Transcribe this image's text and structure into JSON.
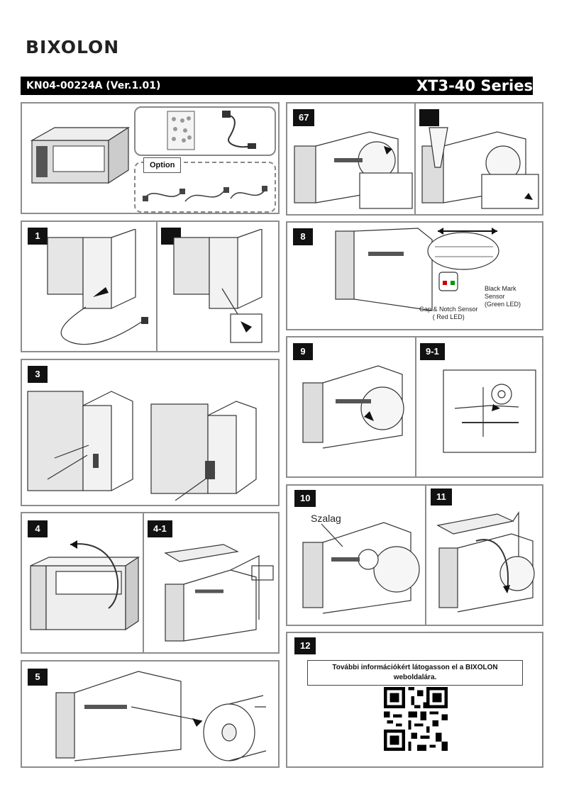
{
  "header": {
    "brand": "BIXOLON",
    "doc_code": "KN04-00224A (Ver.1.01)",
    "series": "XT3-40 Series"
  },
  "steps": {
    "s67": "67",
    "s8": "8",
    "s1": "1",
    "s3": "3",
    "s9": "9",
    "s9_1": "9-1",
    "s4": "4",
    "s4_1": "4-1",
    "s10": "10",
    "s11": "11",
    "s5": "5",
    "s12": "12"
  },
  "contents": {
    "option_label": "Option"
  },
  "sensors": {
    "black_mark": "Black Mark\nSensor\n(Green LED)",
    "gap_notch": "Gap & Notch Sensor\n( Red LED)"
  },
  "ribbon_label": "Szalag",
  "info_text": "További információkért látogasson el a BIXOLON weboldalára.",
  "icons": {
    "printer": "printer-illustration-icon",
    "cable": "power-cable-icon",
    "qr": "qr-code-icon",
    "arrow": "arrow-icon"
  }
}
